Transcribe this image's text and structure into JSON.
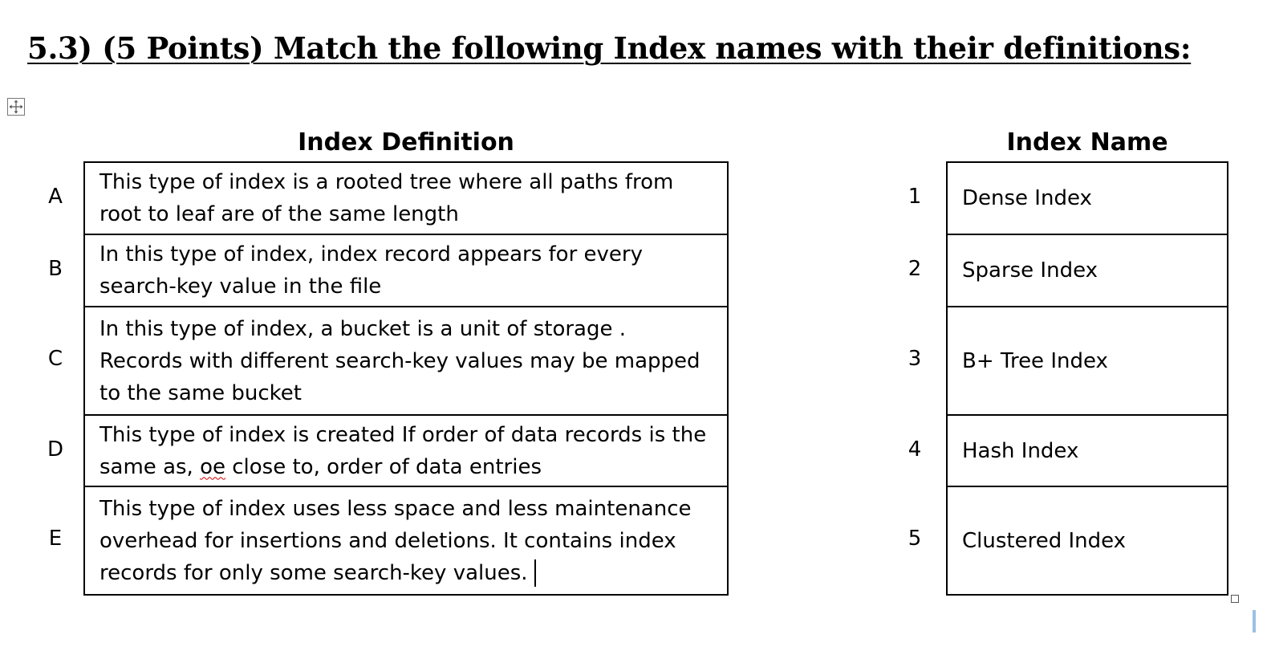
{
  "heading": "5.3)  (5 Points) Match the following Index names with their definitions:",
  "columns": {
    "definition_header": "Index Definition",
    "name_header": "Index Name"
  },
  "definitions": [
    {
      "letter": "A",
      "text": "This type of index is a rooted tree where all paths from root to leaf are of the same length"
    },
    {
      "letter": "B",
      "text": "In this type of index, index record appears for every search-key value in the file"
    },
    {
      "letter": "C",
      "text": "In this type of index, a bucket is a unit of storage . Records with different search-key values may be mapped to the same bucket"
    },
    {
      "letter": "D",
      "text_before": "This type of index is created If order of data records is the same as, ",
      "text_misspelled": "oe",
      "text_after": " close to, order of data entries"
    },
    {
      "letter": "E",
      "text": "This type of index uses less space and less maintenance overhead for insertions and deletions. It contains index records for only some search-key values."
    }
  ],
  "names": [
    {
      "number": "1",
      "name": "Dense Index"
    },
    {
      "number": "2",
      "name": "Sparse Index"
    },
    {
      "number": "3",
      "name": "B+ Tree Index"
    },
    {
      "number": "4",
      "name": "Hash Index"
    },
    {
      "number": "5",
      "name": "Clustered Index"
    }
  ],
  "icons": {
    "table_move": "move-arrows-icon",
    "table_resize": "resize-handle-icon"
  },
  "colors": {
    "spellcheck": "#d00000",
    "text": "#000000"
  }
}
